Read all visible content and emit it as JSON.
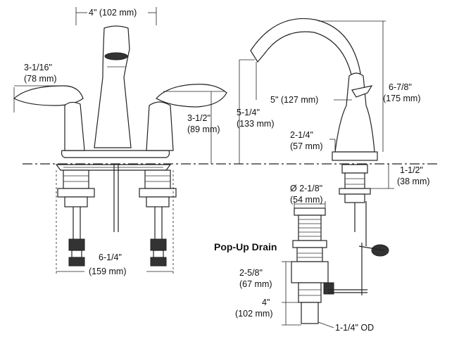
{
  "pop_up_drain": {
    "title": "Pop-Up Drain"
  },
  "dimensions": {
    "spout_spacing": "4\" (102 mm)",
    "handle_projection_in": "3-1/16\"",
    "handle_projection_mm": "(78 mm)",
    "handle_height_in": "3-1/2\"",
    "handle_height_mm": "(89 mm)",
    "spout_height_in": "5-1/4\"",
    "spout_height_mm": "(133 mm)",
    "center_spread_in": "6-1/4\"",
    "center_spread_mm": "(159 mm)",
    "spout_reach": "5\" (127 mm)",
    "overall_height_in": "6-7/8\"",
    "overall_height_mm": "(175 mm)",
    "base_height_in": "2-1/4\"",
    "base_height_mm": "(57 mm)",
    "shank_length_in": "1-1/2\"",
    "shank_length_mm": "(38 mm)",
    "drain_flange_dia_in": "Ø 2-1/8\"",
    "drain_flange_dia_mm": "(54 mm)",
    "drain_body_in": "2-5/8\"",
    "drain_body_mm": "(67 mm)",
    "drain_tail_in": "4\"",
    "drain_tail_mm": "(102 mm)",
    "tailpiece_od": "1-1/4\" OD"
  }
}
